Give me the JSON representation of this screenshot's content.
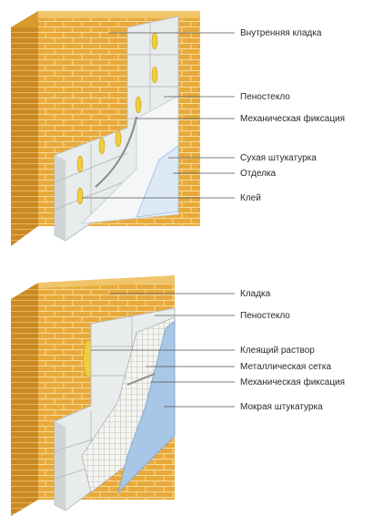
{
  "diagram_top": {
    "labels": [
      "Внутренняя кладка",
      "Пеностекло",
      "Механическая фиксация",
      "Сухая штукатурка",
      "Отделка",
      "Клей"
    ]
  },
  "diagram_bottom": {
    "labels": [
      "Кладка",
      "Пеностекло",
      "Клеящий раствор",
      "Металлическая сетка",
      "Механическая фиксация",
      "Мокрая штукатурка"
    ]
  },
  "colors": {
    "brick": "#e8a93a",
    "brick_side": "#c98a24",
    "mortar": "#f6d38a",
    "foamglass": "#e9ecec",
    "foamglass_edge": "#b9c0c0",
    "plaster_wet": "#a8c6e6",
    "finish_light": "#dde9f5",
    "glue": "#f1cc3c",
    "leader": "#555555"
  }
}
